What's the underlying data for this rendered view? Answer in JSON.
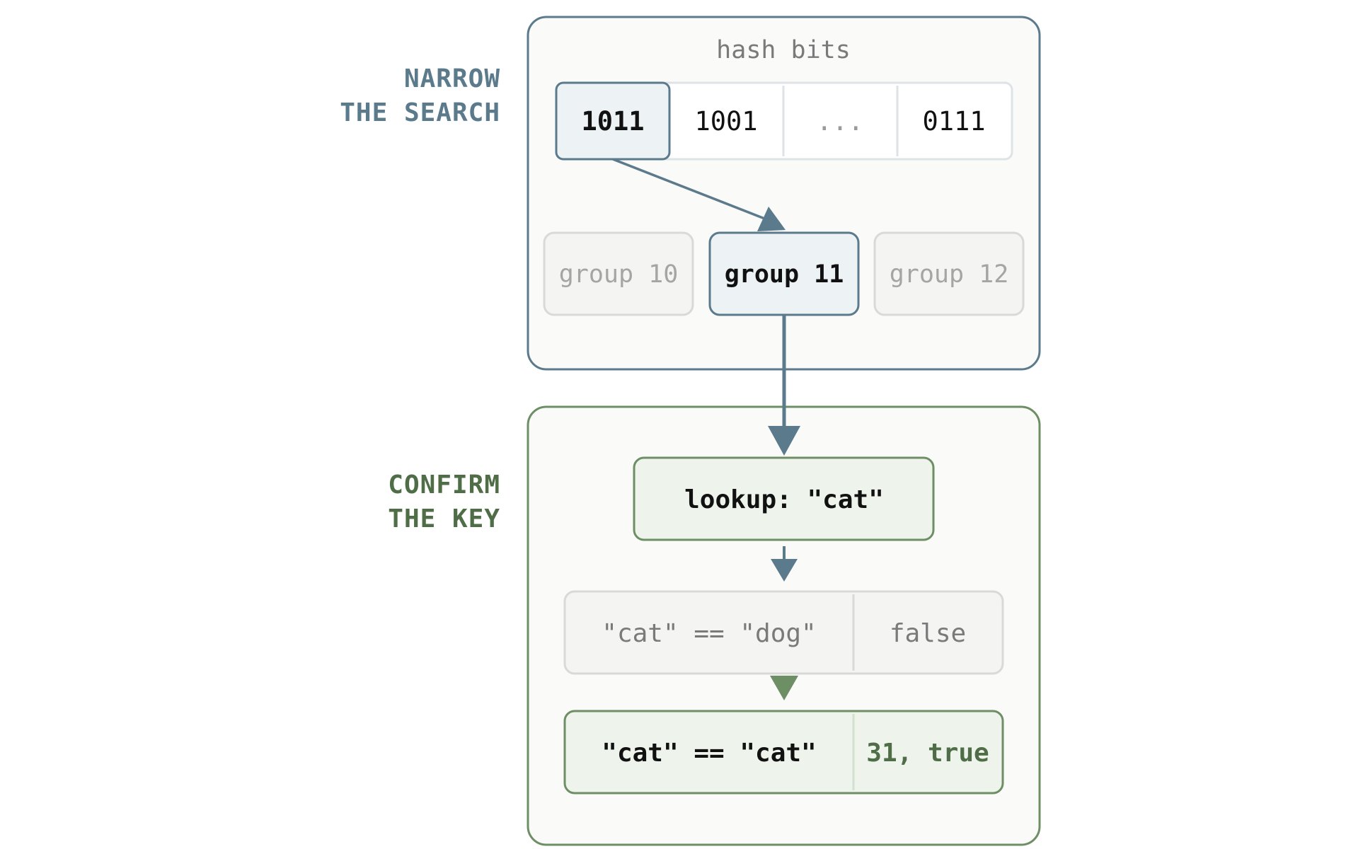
{
  "sections": {
    "narrow": {
      "label_line1": "NARROW",
      "label_line2": "THE SEARCH",
      "color": "#5b7a8c"
    },
    "confirm": {
      "label_line1": "CONFIRM",
      "label_line2": "THE KEY",
      "color": "#4f6e47"
    }
  },
  "hash_bits": {
    "title": "hash bits",
    "cells": [
      "1011",
      "1001",
      "...",
      "0111"
    ]
  },
  "groups": {
    "left": "group 10",
    "selected": "group 11",
    "right": "group 12"
  },
  "lookup": {
    "label": "lookup: \"cat\""
  },
  "comparisons": [
    {
      "expression": "\"cat\" == \"dog\"",
      "result": "false"
    },
    {
      "expression": "\"cat\" == \"cat\"",
      "result": "31, true"
    }
  ]
}
